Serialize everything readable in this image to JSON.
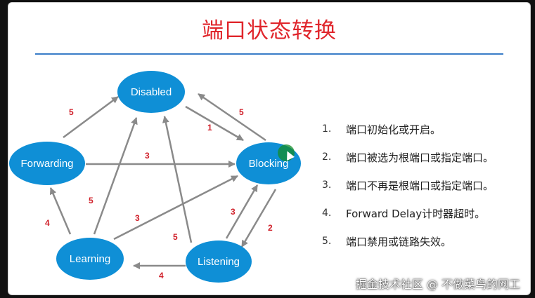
{
  "title": "端口状态转换",
  "colors": {
    "title": "#e0262c",
    "node": "#0f8fd6",
    "edge": "#8a8a8a",
    "edge_label": "#d0202a"
  },
  "nodes": {
    "disabled": "Disabled",
    "blocking": "Blocking",
    "forwarding": "Forwarding",
    "learning": "Learning",
    "listening": "Listening"
  },
  "edges": {
    "forwarding_to_disabled": "5",
    "disabled_to_blocking": "1",
    "blocking_to_disabled": "5",
    "forwarding_to_blocking": "3",
    "learning_to_disabled": "5",
    "learning_to_blocking": "3",
    "listening_to_disabled": "5",
    "learning_to_forwarding": "4",
    "listening_to_blocking": "3",
    "blocking_to_listening": "2",
    "listening_to_learning": "4"
  },
  "legend": [
    {
      "num": "1.",
      "text": "端口初始化或开启。"
    },
    {
      "num": "2.",
      "text": "端口被选为根端口或指定端口。"
    },
    {
      "num": "3.",
      "text": "端口不再是根端口或指定端口。"
    },
    {
      "num": "4.",
      "text": "Forward Delay计时器超时。"
    },
    {
      "num": "5.",
      "text": "端口禁用或链路失效。"
    }
  ],
  "watermark": "掘金技术社区 @ 不做菜鸟的网工"
}
